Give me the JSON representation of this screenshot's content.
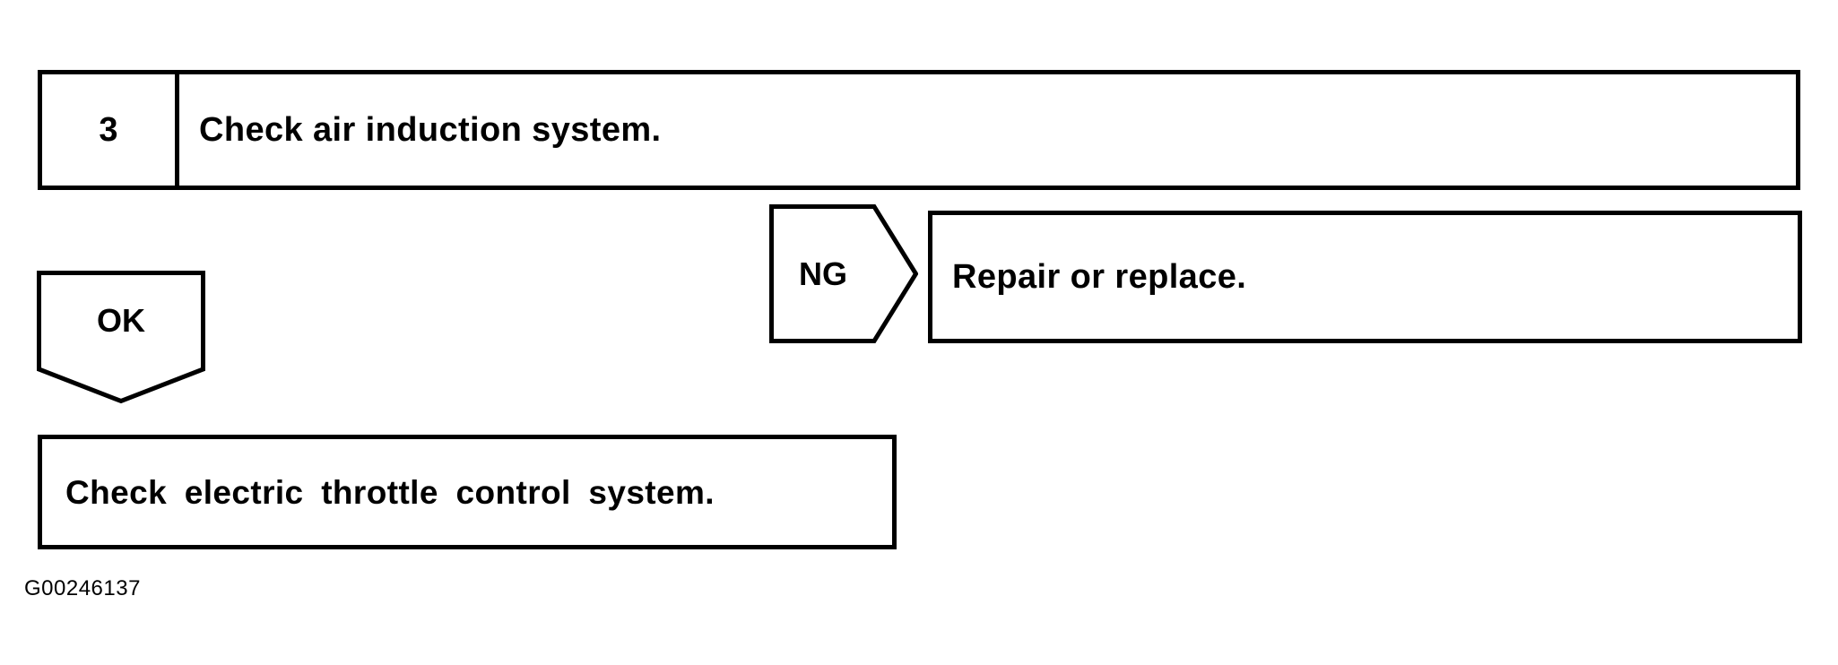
{
  "figure": {
    "reference_id": "G00246137",
    "background_color": "#ffffff",
    "stroke_color": "#000000"
  },
  "step": {
    "number": "3",
    "instruction": "Check air induction system."
  },
  "branches": {
    "ng": {
      "label": "NG",
      "target": "Repair or replace."
    },
    "ok": {
      "label": "OK",
      "target": "Check electric throttle control system."
    }
  }
}
